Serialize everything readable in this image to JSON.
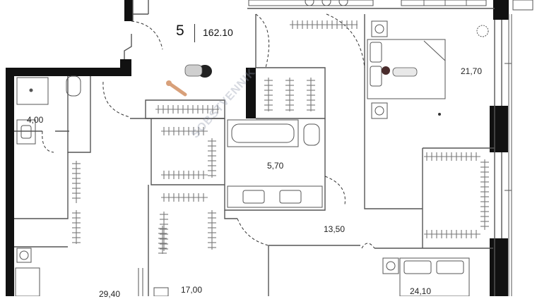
{
  "apartment": {
    "rooms": "5",
    "total_area": "162.10"
  },
  "rooms": [
    {
      "id": "bath-small",
      "area": "4,00"
    },
    {
      "id": "bath-main",
      "area": "5,70"
    },
    {
      "id": "hall",
      "area": "13,50"
    },
    {
      "id": "bedroom-1",
      "area": "21,70"
    },
    {
      "id": "bedroom-2",
      "area": "17,00"
    },
    {
      "id": "bedroom-3",
      "area": "29,40"
    },
    {
      "id": "bedroom-4",
      "area": "24,10"
    }
  ],
  "watermark": "SOBSTVENNIK",
  "colors": {
    "wall": "#111111",
    "line": "#555555",
    "rack": "#777777"
  }
}
